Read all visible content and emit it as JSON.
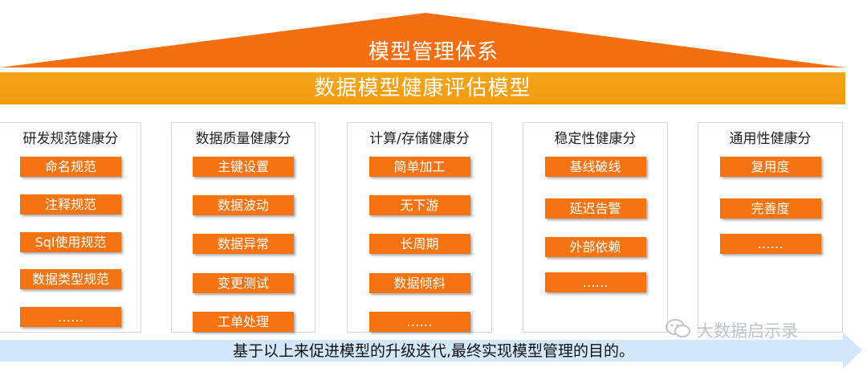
{
  "header": {
    "system_title": "模型管理体系",
    "banner_title": "数据模型健康评估模型"
  },
  "cards": [
    {
      "title": "研发规范健康分",
      "items": [
        "命名规范",
        "注释规范",
        "Sql使用规范",
        "数据类型规范",
        "……"
      ]
    },
    {
      "title": "数据质量健康分",
      "items": [
        "主键设置",
        "数据波动",
        "数据异常",
        "变更测试",
        "工单处理"
      ]
    },
    {
      "title": "计算/存储健康分",
      "items": [
        "简单加工",
        "无下游",
        "长周期",
        "数据倾斜",
        "……"
      ]
    },
    {
      "title": "稳定性健康分",
      "items": [
        "基线破线",
        "延迟告警",
        "外部依赖",
        "……"
      ]
    },
    {
      "title": "通用性健康分",
      "items": [
        "复用度",
        "完善度",
        "……"
      ]
    }
  ],
  "footer": {
    "goal_text": "基于以上来促进模型的升级迭代,最终实现模型管理的目的。"
  },
  "watermark": {
    "text": "大数据启示录"
  },
  "colors": {
    "roof": "#f46f12",
    "banner": "#f4a117",
    "item": "#f57311",
    "arrow": "#d2e8fa"
  }
}
